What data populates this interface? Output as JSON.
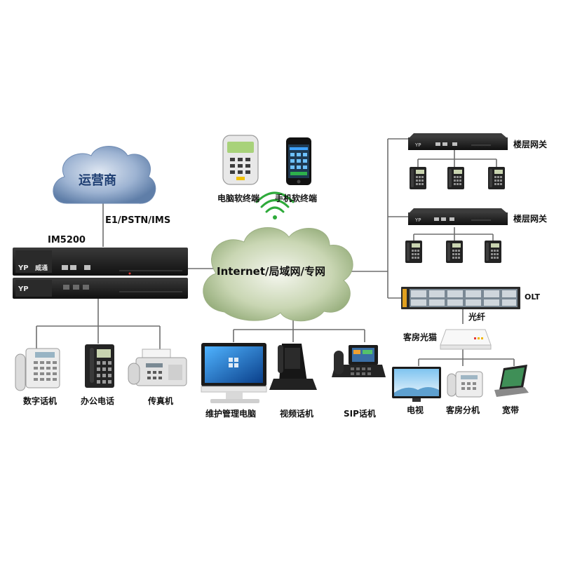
{
  "colors": {
    "line": "#6e6e6e",
    "carrier_cloud": "#8aa3c6",
    "internet_cloud": "#b5c79a",
    "device_dark": "#1d1d1d",
    "wifi": "#2eaa3a"
  },
  "clouds": {
    "carrier": "运营商",
    "internet": "Internet/局域网/专网"
  },
  "trunk_label": "E1/PSTN/IMS",
  "pbx_label": "IM5200",
  "pbx_brand": "威通",
  "softphones": {
    "pc": "电脑软终端",
    "mobile": "手机软终端"
  },
  "pbx_phones": [
    "数字话机",
    "办公电话",
    "传真机"
  ],
  "lan_devices": [
    "维护管理电脑",
    "视频话机",
    "SIP话机"
  ],
  "gateways": [
    "楼层网关",
    "楼层网关"
  ],
  "olt_label": "OLT",
  "fiber_label": "光纤",
  "onu_label": "客房光猫",
  "room_devices": [
    "电视",
    "客房分机",
    "宽带"
  ]
}
